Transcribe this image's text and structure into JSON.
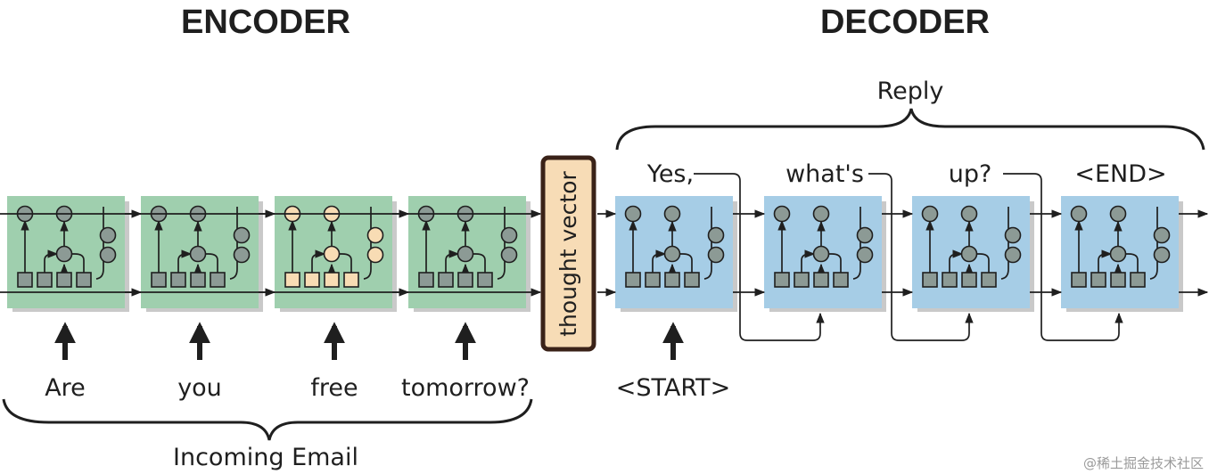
{
  "encoder": {
    "title": "ENCODER",
    "inputs": [
      "Are",
      "you",
      "free",
      "tomorrow?"
    ],
    "brace_label": "Incoming Email",
    "highlight_cell": 2
  },
  "decoder": {
    "title": "DECODER",
    "start_token": "<START>",
    "outputs": [
      "Yes,",
      "what's",
      "up?",
      "<END>"
    ],
    "brace_label": "Reply"
  },
  "thought_vector": "thought vector",
  "watermark": "@稀土掘金技术社区",
  "colors": {
    "encoder_cell": "#9fcfae",
    "decoder_cell": "#a6cde6",
    "node": "#8c9a95",
    "highlight_node": "#f8dcb4",
    "thought_vector_fill": "#f7dcb6",
    "thought_vector_border": "#3a2218"
  }
}
